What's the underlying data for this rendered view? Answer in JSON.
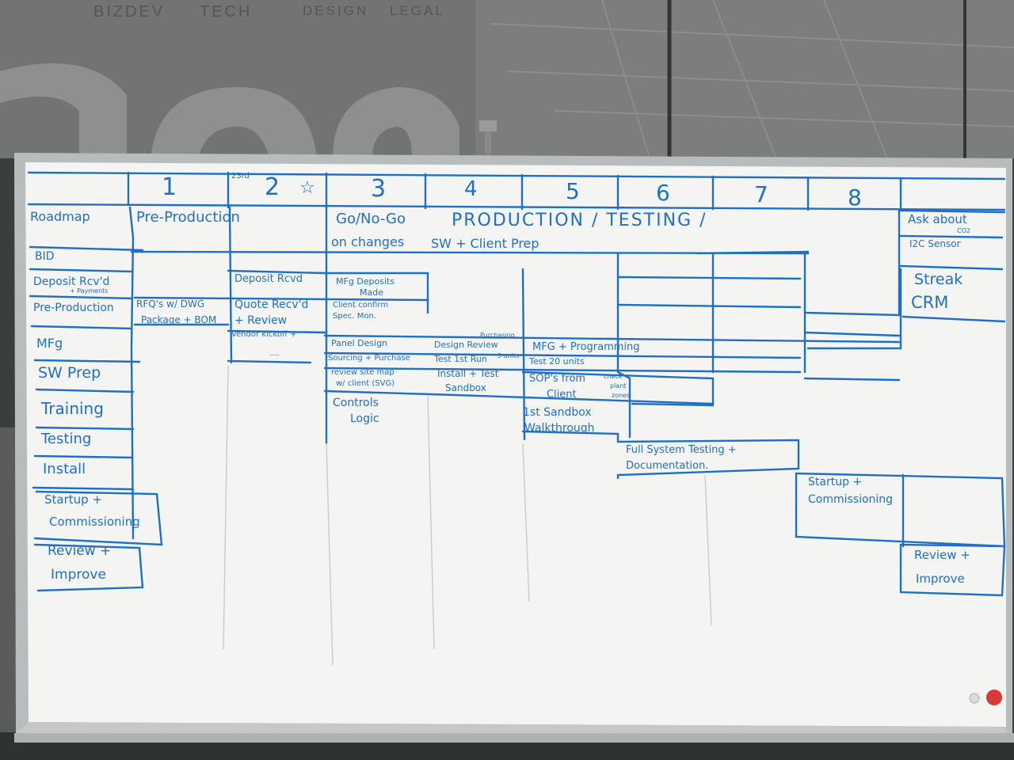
{
  "wall_lettering": [
    "BIZDEV",
    "TECH",
    "DESIGN",
    "LEGAL"
  ],
  "colors": {
    "marker": "#1f6fc6",
    "board": "#f4f5f3",
    "frame": "#b9bcbc"
  },
  "columns": [
    "1",
    "2",
    "3",
    "4",
    "5",
    "6",
    "7",
    "8"
  ],
  "column_notes": {
    "day_note": "23rd",
    "star": "☆"
  },
  "rows": {
    "roadmap": "Roadmap",
    "bid": "BID",
    "deposit_l1": "Deposit Rcv'd",
    "deposit_l2": "+ Payments",
    "preproduction": "Pre-Production",
    "mfg": "MFg",
    "sw_prep": "SW Prep",
    "training": "Training",
    "testing": "Testing",
    "install": "Install",
    "startup_l1": "Startup +",
    "startup_l2": "Commissioning",
    "review_l1": "Review +",
    "review_l2": "Improve"
  },
  "cells": {
    "pre_production": "Pre-Production",
    "deposit_rcvd": "Deposit Rcvd",
    "rfqs_l1": "RFQ's w/ DWG",
    "rfqs_l2": "Package + BOM",
    "quote_l1": "Quote Recv'd",
    "quote_l2": "+ Review",
    "vendor_kickoff": "Vendor kickoff +",
    "vendor_dots": "....",
    "go_no_go_l1": "Go/No-Go",
    "go_no_go_l2": "on changes",
    "production_testing": "PRODUCTION / TESTING /",
    "sw_client_prep": "SW + Client Prep",
    "mfg_deposits_l1": "MFg Deposits",
    "mfg_deposits_l2": "Made",
    "client_confirm_l1": "Client confirm",
    "client_confirm_l2": "Spec. Mon.",
    "panel_design": "Panel Design",
    "sourcing": "Sourcing + Purchase",
    "review_site_l1": "review site map",
    "review_site_l2": "w/ client (SVG)",
    "controls_l1": "Controls",
    "controls_l2": "Logic",
    "purchasing": "Purchasing",
    "design_review": "Design Review",
    "test_run_l1": "Test 1st Run",
    "test_run_units": "5 units",
    "install_test_l1": "Install + Test",
    "install_test_l2": "Sandbox",
    "mfg_programming": "MFG + Programming",
    "test_20": "Test 20 units",
    "sops_l1": "SOP's from",
    "sops_l2": "Client",
    "check_l1": "check",
    "check_l2": "plant",
    "check_l3": "zones",
    "sandbox_walk_l1": "1st Sandbox",
    "sandbox_walk_l2": "Walkthrough",
    "full_system_l1": "Full System Testing +",
    "full_system_l2": "Documentation.",
    "startup_l1": "Startup +",
    "startup_l2": "Commissioning",
    "ask_about_l1": "Ask about",
    "ask_about_co2": "CO2",
    "ask_about_l2": "I2C Sensor",
    "streak_l1": "Streak",
    "streak_l2": "CRM",
    "review_l1": "Review +",
    "review_l2": "Improve"
  }
}
